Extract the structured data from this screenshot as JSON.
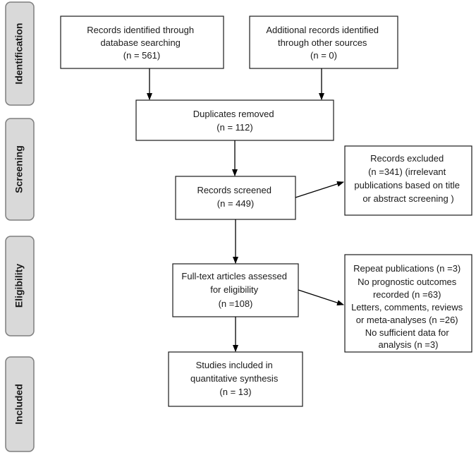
{
  "phases": [
    {
      "id": "identification",
      "label": "Identification"
    },
    {
      "id": "screening",
      "label": "Screening"
    },
    {
      "id": "eligibility",
      "label": "Eligibility"
    },
    {
      "id": "included",
      "label": "Included"
    }
  ],
  "boxes": {
    "records_identified": {
      "lines": [
        "Records identified through",
        "database searching",
        "(n = 561)"
      ]
    },
    "additional_records": {
      "lines": [
        "Additional records identified",
        "through other sources",
        "(n = 0)"
      ]
    },
    "duplicates_removed": {
      "lines": [
        "Duplicates removed",
        "(n = 112)"
      ]
    },
    "records_screened": {
      "lines": [
        "Records screened",
        "(n = 449)"
      ]
    },
    "records_excluded": {
      "lines": [
        "Records excluded",
        "(n =341)  (irrelevant",
        "publications based on title",
        "or abstract screening )"
      ]
    },
    "fulltext_assessed": {
      "lines": [
        "Full-text articles assessed",
        "for eligibility",
        "(n =108)"
      ]
    },
    "fulltext_excluded": {
      "lines": [
        "Repeat publications (n =3)",
        "No prognostic outcomes",
        "recorded (n =63)",
        "Letters, comments, reviews",
        "or meta-analyses (n =26)",
        "No sufficient data for",
        "analysis (n =3)"
      ]
    },
    "studies_included": {
      "lines": [
        "Studies included in",
        "quantitative synthesis",
        "(n = 13)"
      ]
    }
  }
}
